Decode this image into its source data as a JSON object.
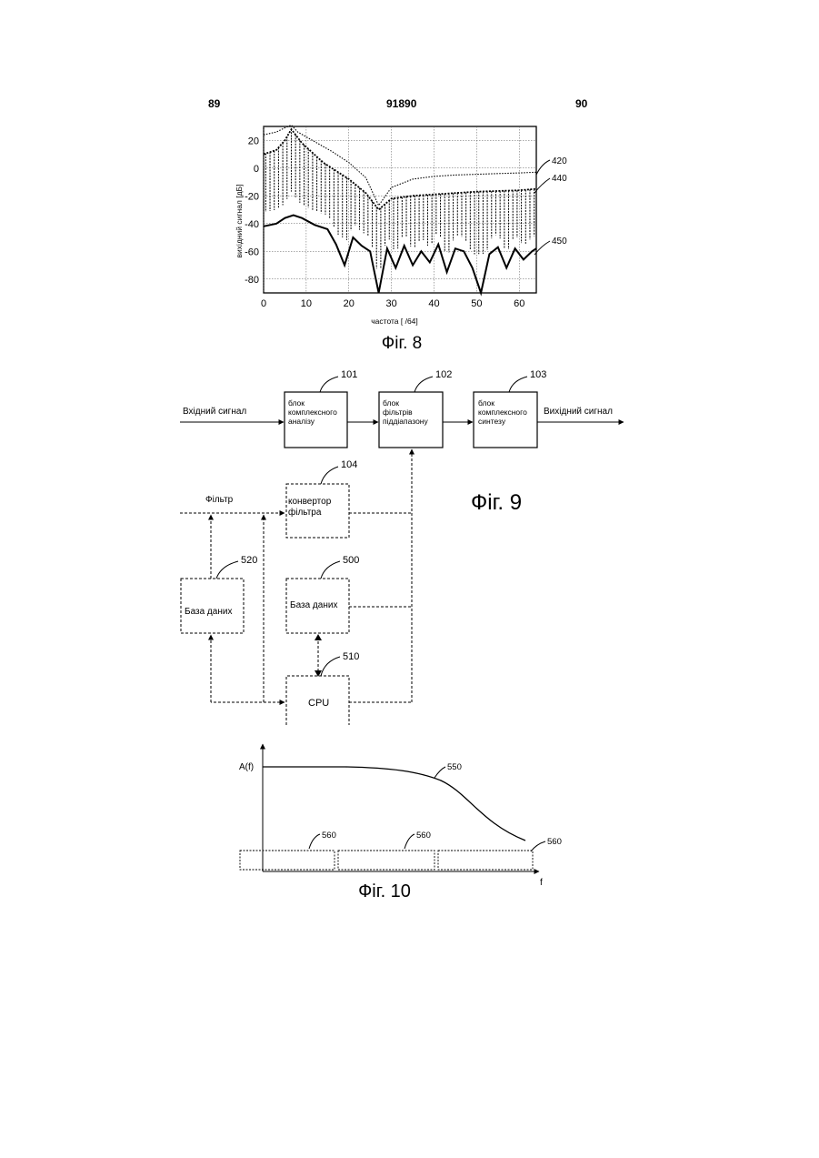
{
  "header": {
    "left": "89",
    "center": "91890",
    "right": "90"
  },
  "fig8": {
    "caption": "Фіг. 8",
    "chart_data": {
      "type": "line",
      "xlabel": "частота [ /64]",
      "ylabel": "вихідний сигнал [дБ]",
      "xlim": [
        0,
        64
      ],
      "ylim": [
        -90,
        30
      ],
      "x_ticks": [
        "0",
        "10",
        "20",
        "30",
        "40",
        "50",
        "60"
      ],
      "y_ticks": [
        "20",
        "0",
        "-20",
        "-40",
        "-60",
        "-80"
      ],
      "grid": true,
      "series": [
        {
          "name": "420",
          "style": "dotted",
          "x": [
            0,
            3,
            5,
            6.5,
            8,
            12,
            16,
            20,
            24,
            27,
            30,
            35,
            40,
            45,
            50,
            55,
            60,
            64
          ],
          "y": [
            24,
            26,
            29,
            31,
            26,
            19,
            12,
            4,
            -7,
            -27,
            -14,
            -8,
            -6,
            -5,
            -4.5,
            -4,
            -3.5,
            -3
          ]
        },
        {
          "name": "440",
          "style": "dense-dashed-band",
          "x": [
            0,
            3,
            5,
            6.5,
            9,
            14,
            20,
            24,
            27,
            30,
            35,
            40,
            50,
            60,
            64
          ],
          "y": [
            10,
            13,
            20,
            28,
            18,
            4,
            -8,
            -18,
            -30,
            -22,
            -20,
            -19,
            -17,
            -16,
            -15
          ]
        },
        {
          "name": "450",
          "style": "solid",
          "x": [
            0,
            3,
            5,
            7,
            9,
            12,
            15,
            17,
            19,
            21,
            23,
            25,
            27,
            29,
            31,
            33,
            35,
            37,
            39,
            41,
            43,
            45,
            47,
            49,
            51,
            53,
            55,
            57,
            59,
            61,
            63,
            64
          ],
          "y": [
            -42,
            -40,
            -36,
            -34,
            -36,
            -41,
            -44,
            -55,
            -70,
            -50,
            -56,
            -60,
            -90,
            -58,
            -72,
            -56,
            -70,
            -60,
            -68,
            -55,
            -75,
            -58,
            -60,
            -72,
            -90,
            -62,
            -57,
            -72,
            -58,
            -66,
            -60,
            -58
          ]
        }
      ]
    }
  },
  "fig9": {
    "caption": "Фіг. 9",
    "input_label": "Вхідний сигнал",
    "output_label": "Вихідний сигнал",
    "filter_label": "Фільтр",
    "blocks": {
      "b101": {
        "ref": "101",
        "lines": [
          "блок",
          "комплексного",
          "аналізу"
        ]
      },
      "b102": {
        "ref": "102",
        "lines": [
          "блок",
          "фільтрів",
          "піддіапазону"
        ]
      },
      "b103": {
        "ref": "103",
        "lines": [
          "блок",
          "комплексного",
          "синтезу"
        ]
      },
      "b104": {
        "ref": "104",
        "lines": [
          "конвертор",
          "фільтра"
        ]
      },
      "b520": {
        "ref": "520",
        "lines": [
          "База даних"
        ]
      },
      "b500": {
        "ref": "500",
        "lines": [
          "База даних"
        ]
      },
      "b510": {
        "ref": "510",
        "lines": [
          "CPU"
        ]
      }
    }
  },
  "fig10": {
    "caption": "Фіг. 10",
    "y_axis_label": "A(f)",
    "x_axis_label": "f",
    "curve_ref": "550",
    "band_refs": [
      "560",
      "560",
      "560"
    ]
  }
}
